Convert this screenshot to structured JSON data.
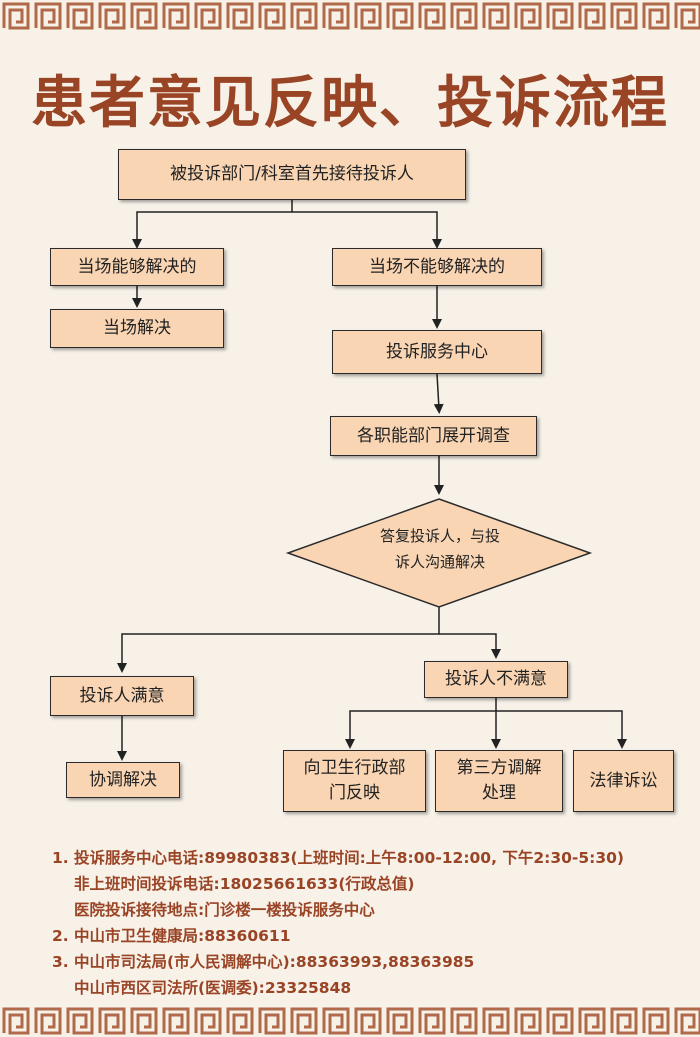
{
  "title": "患者意见反映、投诉流程",
  "flow": {
    "start": "被投诉部门/科室首先接待投诉人",
    "can_resolve": "当场能够解决的",
    "resolve_on_site": "当场解决",
    "cannot_resolve": "当场不能够解决的",
    "service_center": "投诉服务中心",
    "investigate": "各职能部门展开调查",
    "reply_line1": "答复投诉人，与投",
    "reply_line2": "诉人沟通解决",
    "satisfied": "投诉人满意",
    "coordinate": "协调解决",
    "not_satisfied": "投诉人不满意",
    "health_dept_line1": "向卫生行政部",
    "health_dept_line2": "门反映",
    "third_party_line1": "第三方调解",
    "third_party_line2": "处理",
    "litigation": "法律诉讼"
  },
  "contacts": [
    {
      "num": "1.",
      "text": "投诉服务中心电话:89980383(上班时间:上午8:00-12:00, 下午2:30-5:30)"
    },
    {
      "num": "",
      "text": "非上班时间投诉电话:18025661633(行政总值)"
    },
    {
      "num": "",
      "text": "医院投诉接待地点:门诊楼一楼投诉服务中心"
    },
    {
      "num": "2.",
      "text": "中山市卫生健康局:88360611"
    },
    {
      "num": "3.",
      "text": "中山市司法局(市人民调解中心):88363993,88363985"
    },
    {
      "num": "",
      "text": "中山市西区司法所(医调委):23325848"
    }
  ],
  "colors": {
    "background": "#f7f1e8",
    "title": "#9a4426",
    "box_fill": "#f9d5b4",
    "border_pattern": "#b06a4a",
    "contact_text": "#9a4426"
  }
}
